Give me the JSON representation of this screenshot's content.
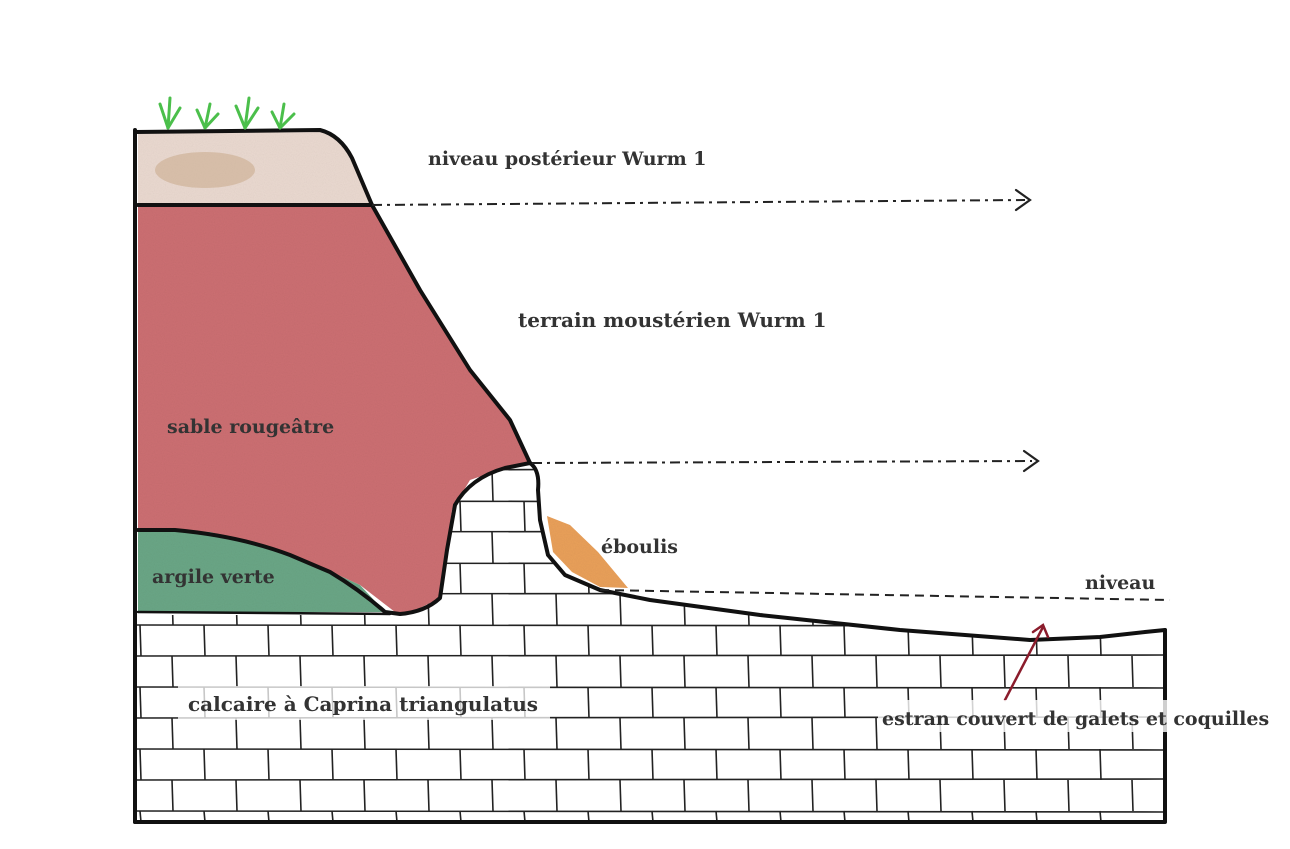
{
  "labels": {
    "niveau_posterieur": "niveau postérieur Wurm 1",
    "terrain_mousterien": "terrain moustérien Wurm 1",
    "sable": "sable rougeâtre",
    "argile": "argile verte",
    "eboulis": "éboulis",
    "niveau": "niveau",
    "calcaire": "calcaire à Caprina triangulatus",
    "estran": "estran couvert de galets et coquilles"
  },
  "colors": {
    "outline": "#111111",
    "sable_fill": "#cc6f72",
    "topsoil_fill": "#ead9d0",
    "argile_fill": "#6aa686",
    "eboulis_fill": "#e9a05a",
    "grass": "#4bbf4b",
    "arrow_red": "#8b1c2c"
  }
}
